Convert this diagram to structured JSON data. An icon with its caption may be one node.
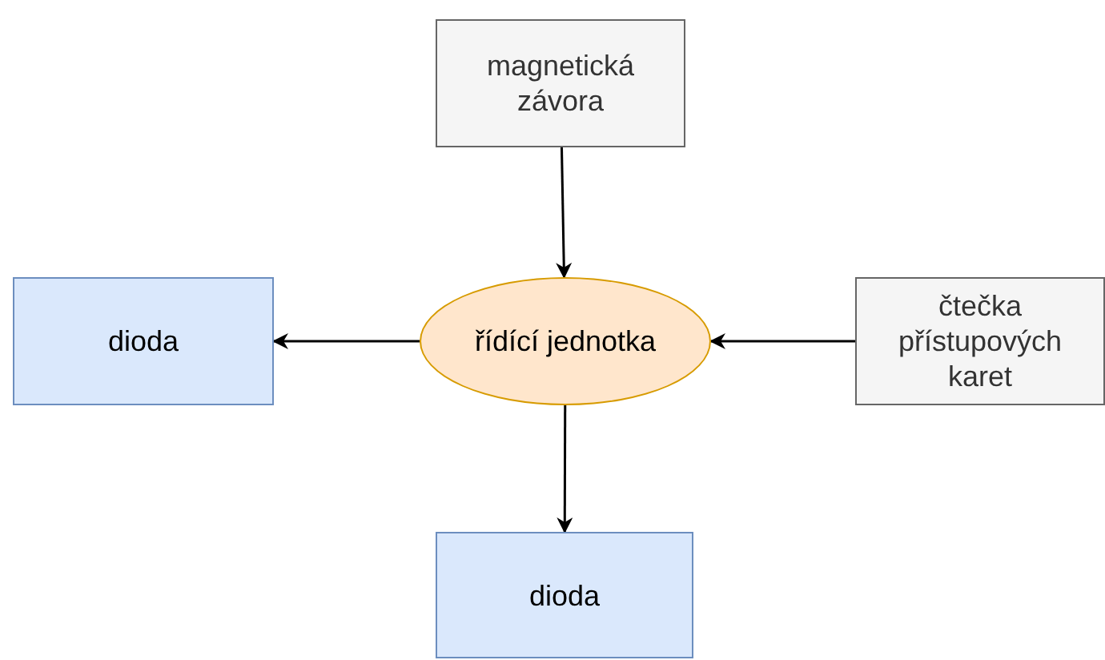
{
  "diagram": {
    "nodes": [
      {
        "text": [
          "magnetická závora"
        ]
      },
      {
        "text": [
          "dioda"
        ]
      },
      {
        "text": [
          "řídící jednotka"
        ]
      },
      {
        "text": [
          "čtečka přístupových karet"
        ]
      },
      {
        "text": [
          "dioda"
        ]
      }
    ],
    "edges": [
      {
        "from": 0,
        "to": 2,
        "arrow": "to"
      },
      {
        "from": 3,
        "to": 2,
        "arrow": "to"
      },
      {
        "from": 2,
        "to": 1,
        "arrow": "to"
      },
      {
        "from": 2,
        "to": 4,
        "arrow": "to"
      }
    ]
  }
}
